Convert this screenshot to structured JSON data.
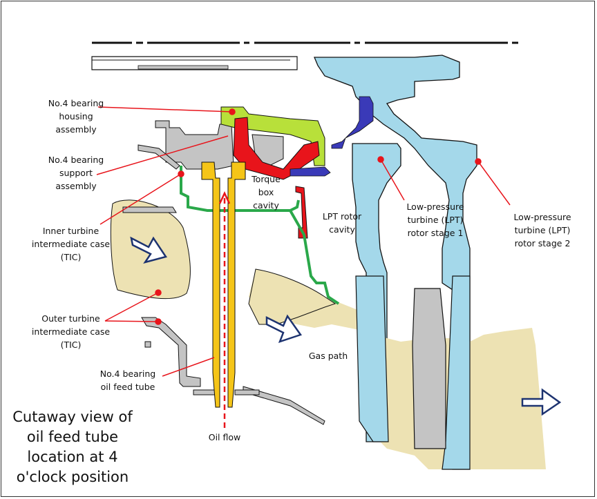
{
  "diagram": {
    "title": "Cutaway view of\noil feed tube\nlocation at 4\no'clock position",
    "labels": {
      "bearing_housing": "No.4 bearing\nhousing\nassembly",
      "bearing_support": "No.4 bearing\nsupport\nassembly",
      "inner_tic": "Inner turbine\nintermediate case\n(TIC)",
      "outer_tic": "Outer turbine\nintermediate case\n(TIC)",
      "oil_feed_tube": "No.4 bearing\noil feed tube",
      "oil_flow": "Oil flow",
      "torque_box": "Torque\nbox\ncavity",
      "lpt_cavity": "LPT rotor\ncavity",
      "gas_path": "Gas path",
      "lpt_stage1": "Low-pressure\nturbine (LPT)\nrotor stage 1",
      "lpt_stage2": "Low-pressure\nturbine (LPT)\nrotor stage 2"
    },
    "colors": {
      "callout": "#e8141b",
      "bearing_housing": "#b8e03a",
      "bearing_support": "#e8141b",
      "oil_tube": "#f5c518",
      "tic_inner": "#2aa84a",
      "seal": "#3a3ab8",
      "rotor": "#a4d8ea",
      "gas_path": "#ede2b3",
      "static_part": "#c4c4c4",
      "flow_arrow": "#1d3370"
    }
  }
}
